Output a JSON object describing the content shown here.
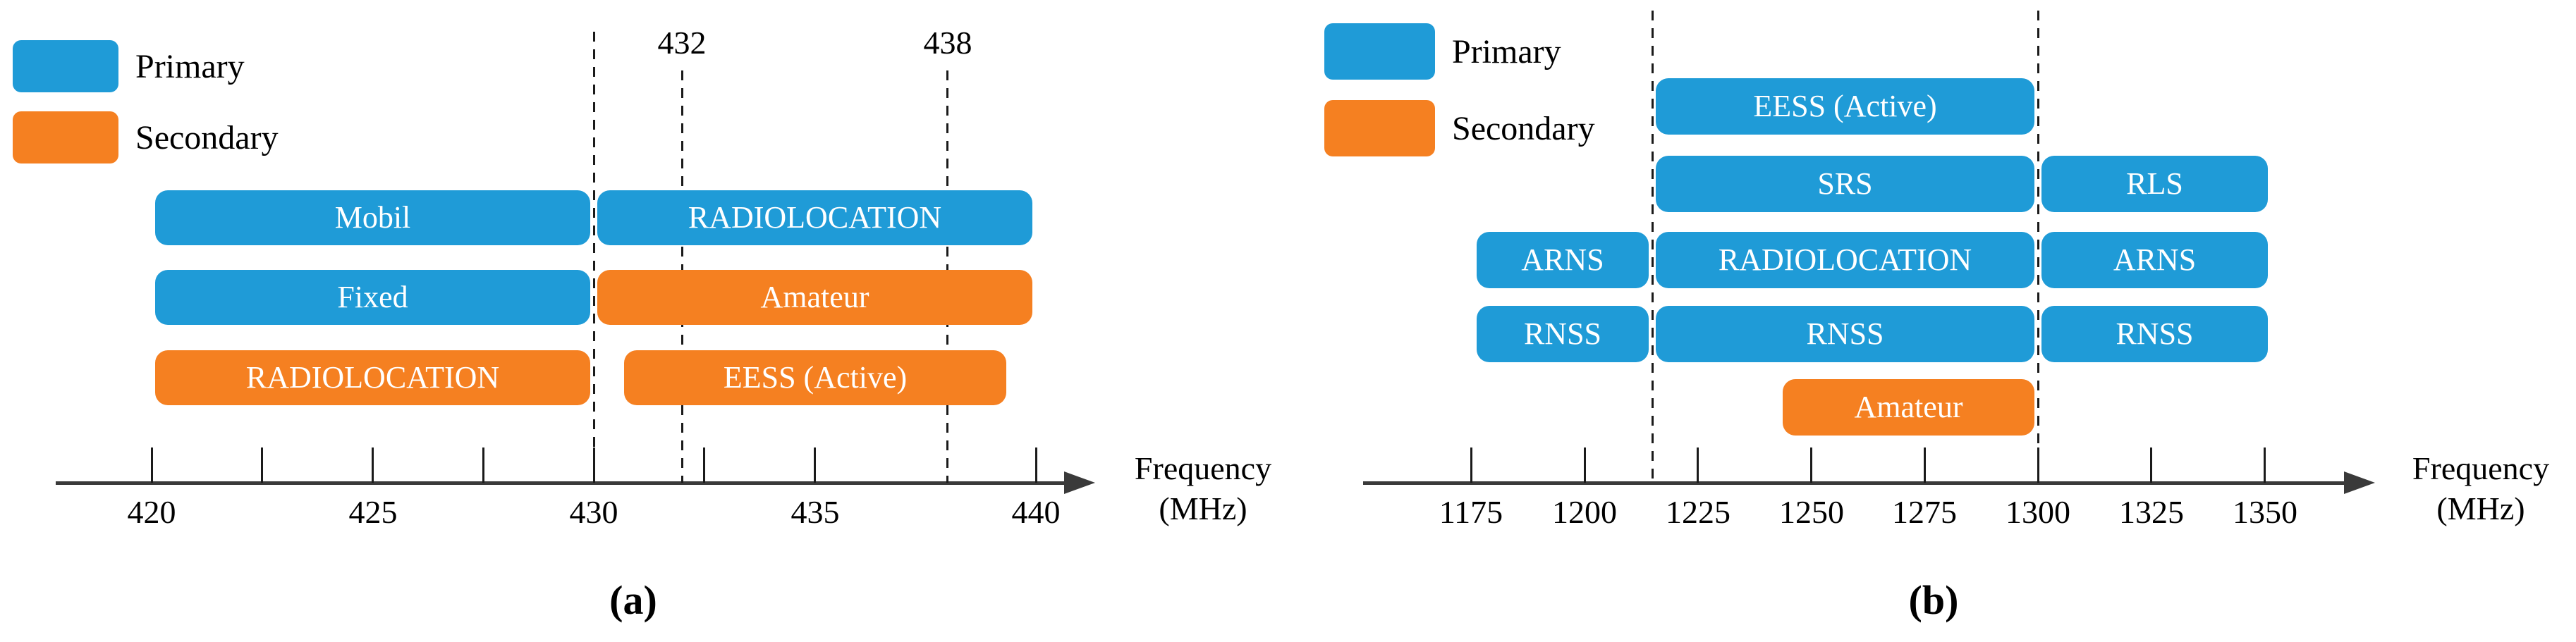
{
  "colors": {
    "primary": "#1F9BD7",
    "secondary": "#F58021",
    "bar_text": "#FFFFFF",
    "axis_line": "#3A3A3A",
    "line": "#1A1A1A",
    "text": "#000000",
    "background": "#FFFFFF"
  },
  "legend": {
    "primary_label": "Primary",
    "secondary_label": "Secondary"
  },
  "axis_label": {
    "line1": "Frequency",
    "line2": "(MHz)"
  },
  "chart_data": [
    {
      "type": "band-allocation",
      "panel": "a",
      "caption": "(a)",
      "title": "",
      "xlabel": "Frequency (MHz)",
      "xlim": [
        417.8,
        441.5
      ],
      "unit": "MHz",
      "ticks": [
        420,
        422.5,
        425,
        427.5,
        430,
        432.5,
        435,
        440
      ],
      "labeled_ticks": [
        420,
        425,
        430,
        435,
        440
      ],
      "dashed_lines": [
        {
          "mhz": 430,
          "label": "",
          "top": 45
        },
        {
          "mhz": 432,
          "label": "432",
          "top": 100
        },
        {
          "mhz": 438,
          "label": "438",
          "top": 100
        }
      ],
      "rows": [
        {
          "bands": [
            {
              "label": "Mobil",
              "start_mhz": 420,
              "end_mhz": 430,
              "status": "primary"
            },
            {
              "label": "RADIOLOCATION",
              "start_mhz": 430,
              "end_mhz": 440,
              "status": "primary"
            }
          ]
        },
        {
          "bands": [
            {
              "label": "Fixed",
              "start_mhz": 420,
              "end_mhz": 430,
              "status": "primary"
            },
            {
              "label": "Amateur",
              "start_mhz": 430,
              "end_mhz": 440,
              "status": "secondary"
            }
          ]
        },
        {
          "bands": [
            {
              "label": "RADIOLOCATION",
              "start_mhz": 420,
              "end_mhz": 430,
              "status": "secondary"
            },
            {
              "label": "EESS (Active)",
              "start_mhz": 430.6,
              "end_mhz": 439.4,
              "status": "secondary"
            }
          ]
        }
      ]
    },
    {
      "type": "band-allocation",
      "panel": "b",
      "caption": "(b)",
      "title": "",
      "xlabel": "Frequency (MHz)",
      "xlim": [
        1151,
        1362
      ],
      "unit": "MHz",
      "ticks": [
        1175,
        1200,
        1225,
        1250,
        1275,
        1300,
        1325,
        1350
      ],
      "labeled_ticks": [
        1175,
        1200,
        1225,
        1250,
        1275,
        1300,
        1325,
        1350
      ],
      "dashed_lines": [
        {
          "mhz": 1215,
          "label": "",
          "top": 15
        },
        {
          "mhz": 1300,
          "label": "",
          "top": 15
        }
      ],
      "rows": [
        {
          "bands": [
            {
              "label": "EESS (Active)",
              "start_mhz": 1215,
              "end_mhz": 1300,
              "status": "primary"
            }
          ]
        },
        {
          "bands": [
            {
              "label": "SRS",
              "start_mhz": 1215,
              "end_mhz": 1300,
              "status": "primary"
            },
            {
              "label": "RLS",
              "start_mhz": 1300,
              "end_mhz": 1351.5,
              "status": "primary"
            }
          ]
        },
        {
          "bands": [
            {
              "label": "ARNS",
              "start_mhz": 1175.5,
              "end_mhz": 1215,
              "status": "primary"
            },
            {
              "label": "RADIOLOCATION",
              "start_mhz": 1215,
              "end_mhz": 1300,
              "status": "primary"
            },
            {
              "label": "ARNS",
              "start_mhz": 1300,
              "end_mhz": 1351.5,
              "status": "primary"
            }
          ]
        },
        {
          "bands": [
            {
              "label": "RNSS",
              "start_mhz": 1175.5,
              "end_mhz": 1215,
              "status": "primary"
            },
            {
              "label": "RNSS",
              "start_mhz": 1215,
              "end_mhz": 1300,
              "status": "primary"
            },
            {
              "label": "RNSS",
              "start_mhz": 1300,
              "end_mhz": 1351.5,
              "status": "primary"
            }
          ]
        },
        {
          "bands": [
            {
              "label": "Amateur",
              "start_mhz": 1243,
              "end_mhz": 1300,
              "status": "secondary"
            }
          ]
        }
      ]
    }
  ]
}
